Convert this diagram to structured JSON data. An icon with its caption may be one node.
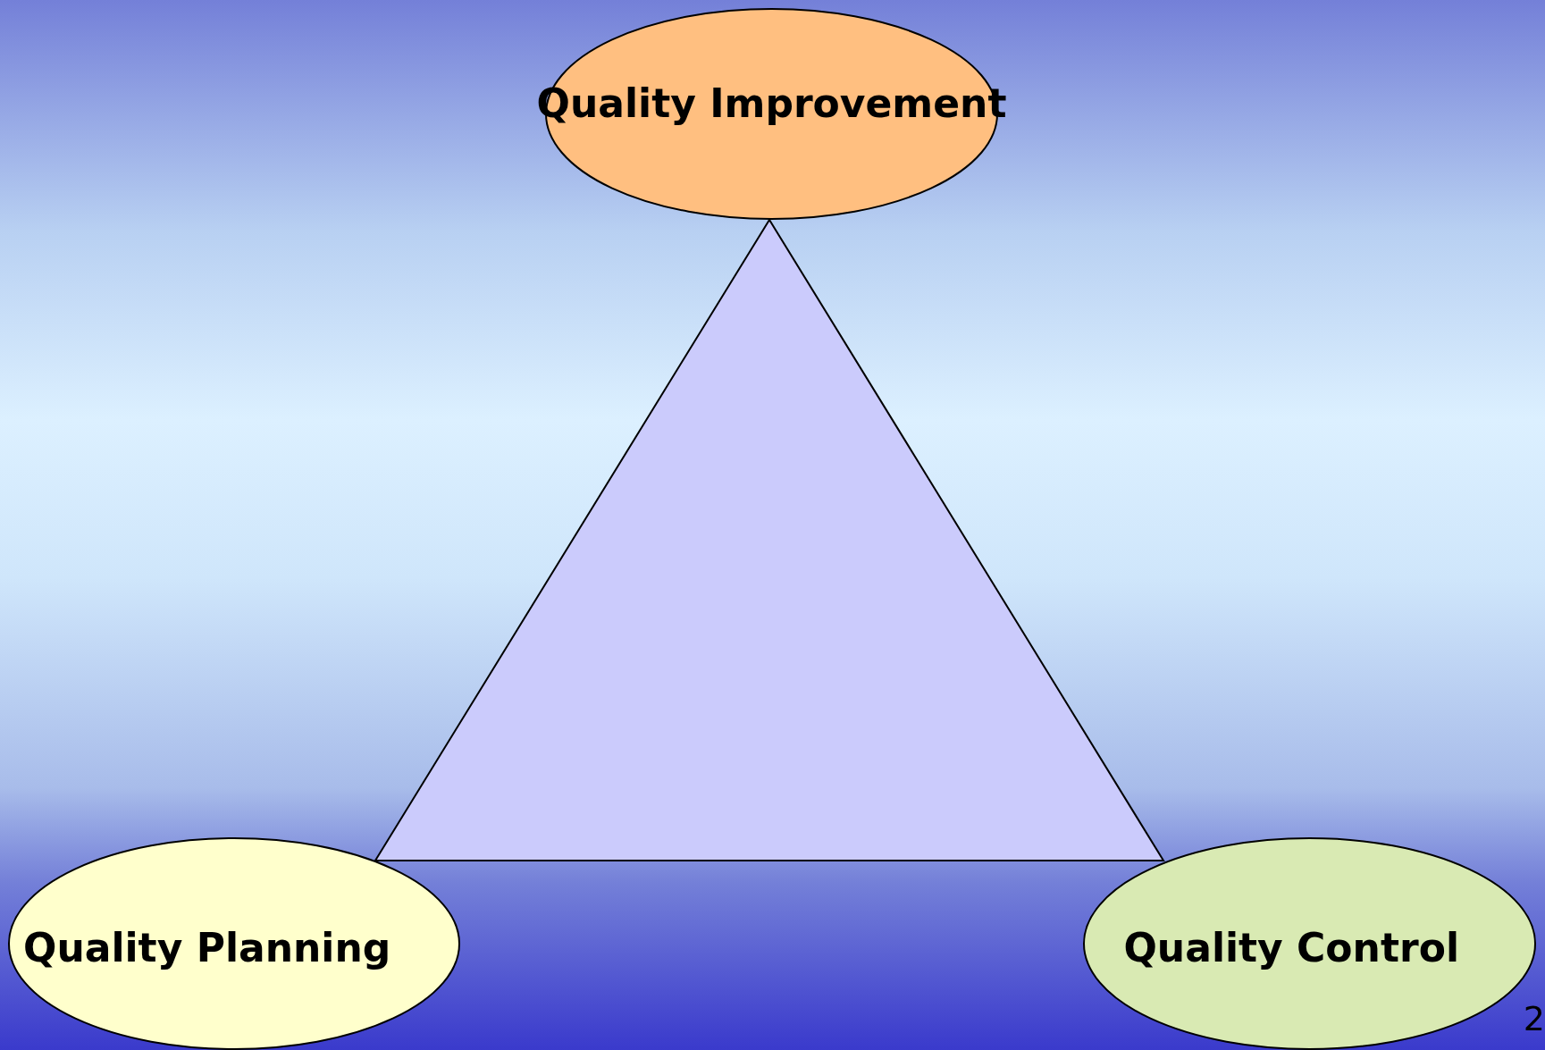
{
  "diagram": {
    "nodes": [
      {
        "text": [
          "Quality Improvement"
        ]
      },
      {
        "text": [],
        "shape": "triangle"
      },
      {
        "text": [
          "Quality Planning"
        ]
      },
      {
        "text": [
          "Quality Control"
        ]
      }
    ],
    "labels": [
      "2"
    ]
  }
}
